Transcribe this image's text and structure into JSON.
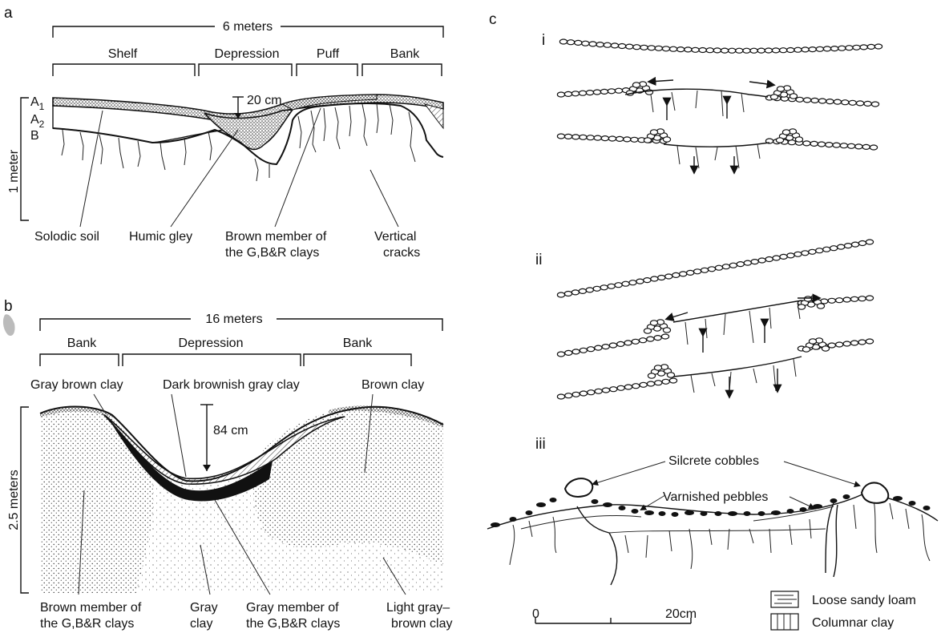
{
  "panel_a": {
    "letter": "a",
    "width_label": "6 meters",
    "sections": [
      "Shelf",
      "Depression",
      "Puff",
      "Bank"
    ],
    "horizons": [
      "A",
      "A",
      "B"
    ],
    "horizon_subs": [
      "1",
      "2"
    ],
    "depth_label": "20 cm",
    "scale_label": "1 meter",
    "callouts": [
      "Solodic soil",
      "Humic gley",
      "Brown member of",
      "the G,B&R clays",
      "Vertical",
      "cracks"
    ]
  },
  "panel_b": {
    "letter": "b",
    "width_label": "16 meters",
    "sections": [
      "Bank",
      "Depression",
      "Bank"
    ],
    "top_labels": [
      "Gray brown clay",
      "Dark brownish gray clay",
      "Brown clay"
    ],
    "depth_label": "84 cm",
    "scale_label": "2.5 meters",
    "bottom_labels": [
      "Brown member of",
      "the G,B&R clays",
      "Gray",
      "clay",
      "Gray member of",
      "the G,B&R clays",
      "Light gray–",
      "brown clay"
    ]
  },
  "panel_c": {
    "letter": "c",
    "sub_panels": [
      "i",
      "ii",
      "iii"
    ],
    "callouts": [
      "Silcrete cobbles",
      "Varnished pebbles"
    ],
    "scale": {
      "start": "0",
      "end": "20cm"
    },
    "legend": [
      "Loose sandy loam",
      "Columnar clay"
    ]
  }
}
